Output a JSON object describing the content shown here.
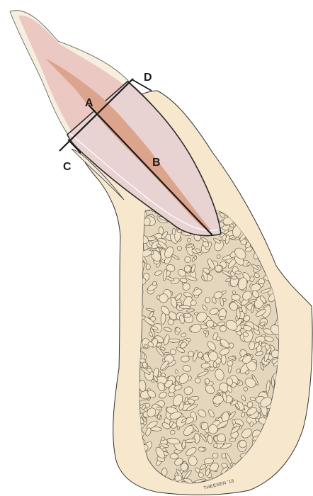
{
  "labels": {
    "a": "A",
    "b": "B",
    "c": "C",
    "d": "D"
  },
  "signature": "THEESEN '18",
  "colors": {
    "bone_outer": "#f7e7cd",
    "bone_trabecular": "#e3d6bd",
    "trabecula_fill": "#efe2c8",
    "gingiva": "#f3ecdc",
    "tooth_crown": "#ecc8c3",
    "tooth_root": "#e9d3d2",
    "pulp": "#dca48d",
    "outline": "#2a2a2a"
  }
}
